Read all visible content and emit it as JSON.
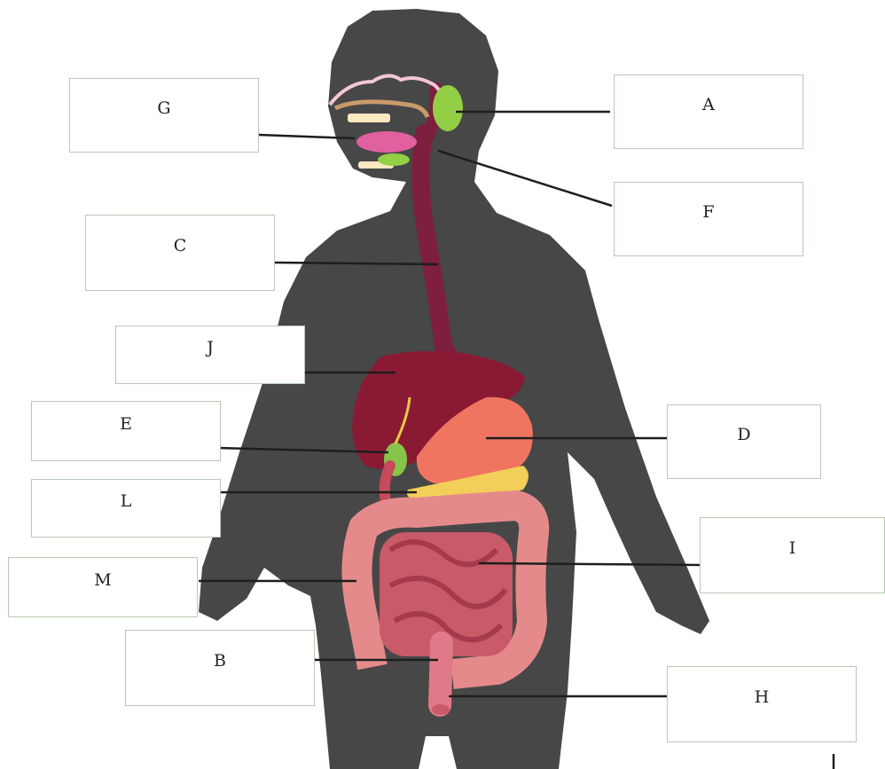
{
  "labels": {
    "a": "A",
    "b": "B",
    "c": "C",
    "d": "D",
    "e": "E",
    "f": "F",
    "g": "G",
    "h": "H",
    "i": "I",
    "j": "J",
    "l": "L",
    "m": "M"
  },
  "colors": {
    "body": "#474747",
    "liver": "#8a1a34",
    "stomach": "#f07560",
    "pancreas": "#f2cf58",
    "gallbladder": "#86c54a",
    "intestine": "#e58a8a",
    "esophagus": "#7e1f3d",
    "salivary_gland": "#93cf45",
    "tongue": "#e060a0",
    "leader_line": "#1e1e1e",
    "box_border": "#b9c9b4"
  }
}
